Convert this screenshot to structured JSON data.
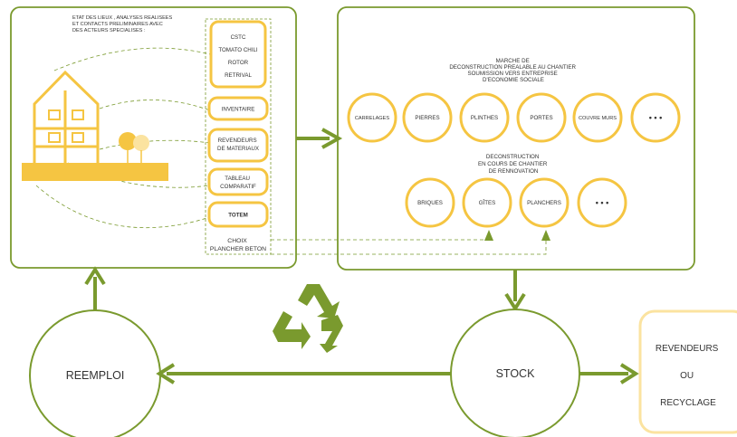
{
  "colors": {
    "green": "#7a9a2e",
    "yellow": "#f5c542",
    "yellow_light": "#fbe3a0",
    "text": "#333333"
  },
  "left_panel": {
    "intro_lines": [
      "ETAT DES LIEUX , ANALYSES REALISEES",
      "ET CONTACTS  PRELIMINAIRES AVEC",
      "DES ACTEURS SPECIALISES :"
    ],
    "actors": [
      "CSTC",
      "TOMATO CHILI",
      "ROTOR",
      "RETRIVAL"
    ],
    "steps": {
      "inventaire": "INVENTAIRE",
      "revendeurs": [
        "REVENDEURS",
        "DE MATERIAUX"
      ],
      "tableau": [
        "TABLEAU",
        "COMPARATIF"
      ],
      "totem": "TOTEM"
    },
    "choix": [
      "CHOIX",
      "PLANCHER BETON"
    ]
  },
  "right_panel": {
    "marche_lines": [
      "MARCHE DE",
      "DECONSTRUCTION PREALABLE AU CHANTIER",
      "SOUMISSION VERS ENTREPRISE",
      "D'ECONOMIE SOCIALE"
    ],
    "marche_items": [
      "CARRELAGES",
      "PIERRES",
      "PLINTHES",
      "PORTES",
      "COUVRE MURS",
      "• • •"
    ],
    "chantier_lines": [
      "DECONSTRUCTION",
      "EN COURS DE CHANTIER",
      "DE RENNOVATION"
    ],
    "chantier_items": [
      "BRIQUES",
      "GÎTES",
      "PLANCHERS",
      "• • •"
    ]
  },
  "bottom": {
    "reemploi": "REEMPLOI",
    "stock": "STOCK",
    "revendeurs_lines": [
      "REVENDEURS",
      "OU",
      "RECYCLAGE"
    ]
  },
  "icons": [
    "recycle-icon",
    "house-icon",
    "tree-icon"
  ]
}
